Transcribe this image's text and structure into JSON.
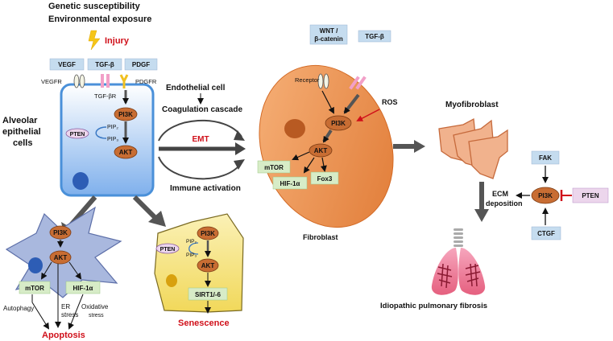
{
  "labels": {
    "genetic": "Genetic susceptibility",
    "environmental": "Environmental exposure",
    "injury": "Injury",
    "vegf": "VEGF",
    "tgfb": "TGF-β",
    "pdgf": "PDGF",
    "vegfr": "VEGFR",
    "pdgfr": "PDGFR",
    "tgfbr": "TGF-βR",
    "alveolar_line1": "Alveolar",
    "alveolar_line2": "epithelial",
    "alveolar_line3": "cells",
    "pi3k": "PI3K",
    "akt": "AKT",
    "pten": "PTEN",
    "pip2": "PIP₂",
    "pip3": "PIP₃",
    "endothelial": "Endothelial cell",
    "coagulation": "Coagulation cascade",
    "emt": "EMT",
    "immune": "Immune activation",
    "wnt_line1": "WNT /",
    "wnt_line2": "β-catenin",
    "fibro_tgfb": "TGF-β",
    "receptor": "Receptor",
    "ros": "ROS",
    "mtor": "mTOR",
    "hif": "HIF-1α",
    "fox3": "Fox3",
    "fibroblast": "Fibroblast",
    "myofibroblast": "Myofibroblast",
    "ecm_line1": "ECM",
    "ecm_line2": "deposition",
    "ipf": "Idiopathic pulmonary fibrosis",
    "fak": "FAK",
    "ctgf": "CTGF",
    "right_pten": "PTEN",
    "right_pi3k": "PI3K",
    "autophagy": "Autophagy",
    "er_line1": "ER",
    "er_line2": "stress",
    "ox_line1": "Oxidative",
    "ox_line2": "stress",
    "apoptosis": "Apoptosis",
    "sirt": "SIRT1/-6",
    "senescence": "Senescence"
  },
  "colors": {
    "red": "#d0101a",
    "box_blue": "#c5dcef",
    "box_green": "#d7ecc7",
    "box_pink": "#ecd6ec",
    "node_brown": "#c86d33",
    "fibroblast": "#e88a48",
    "cell_blue": "#8fb9e8",
    "star_blue": "#a9b8de",
    "cell_yellow": "#f4e27a"
  }
}
